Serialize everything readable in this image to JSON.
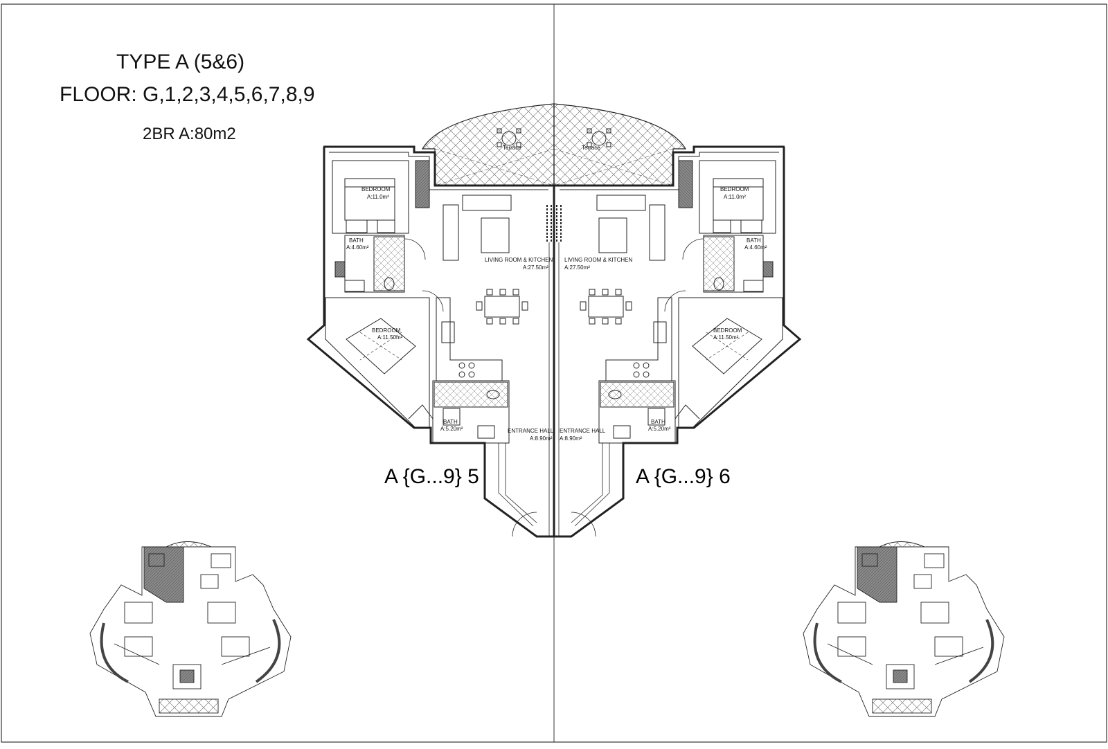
{
  "header": {
    "type_label": "TYPE A (5&6)",
    "floor_label": "FLOOR: G,1,2,3,4,5,6,7,8,9",
    "area_label": "2BR A:80m2"
  },
  "units": [
    {
      "id": "A {G...9} 5"
    },
    {
      "id": "A {G...9} 6"
    }
  ],
  "rooms": {
    "terrace": "Terrace",
    "bedroom": "BEDROOM",
    "bedroom1_area": "A:11.0m²",
    "bedroom2_area": "A:11.50m²",
    "bath": "BATH",
    "bath1_area": "A:4.60m²",
    "bath2_area": "A:5.20m²",
    "living": "LIVING ROOM & KITCHEN",
    "living_area": "A:27.50m²",
    "hall": "ENTRANCE HALL",
    "hall_area": "A:8.90m²"
  },
  "colors": {
    "line": "#222222",
    "hatch": "#555555",
    "dark": "#444444"
  }
}
